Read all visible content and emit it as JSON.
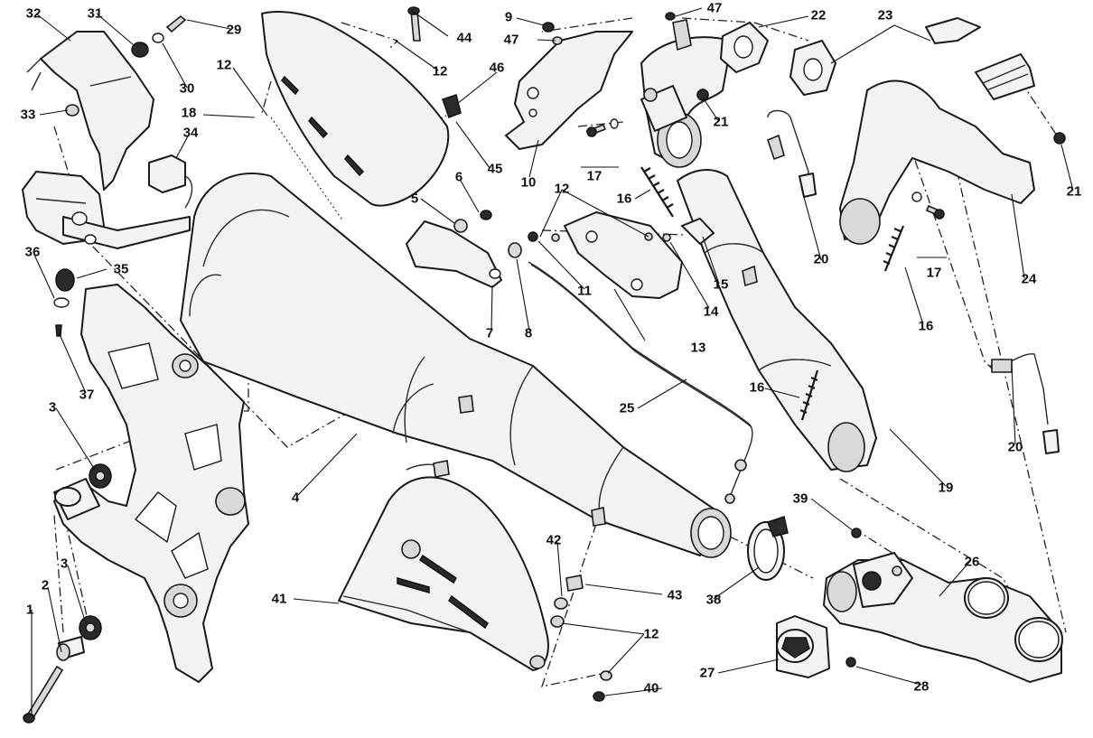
{
  "callouts": [
    "1",
    "2",
    "3",
    "3",
    "4",
    "5",
    "6",
    "7",
    "8",
    "9",
    "10",
    "11",
    "12",
    "12",
    "12",
    "12",
    "13",
    "14",
    "15",
    "16",
    "16",
    "16",
    "17",
    "17",
    "18",
    "19",
    "20",
    "20",
    "21",
    "21",
    "22",
    "23",
    "24",
    "25",
    "26",
    "27",
    "28",
    "29",
    "30",
    "31",
    "32",
    "33",
    "34",
    "35",
    "36",
    "37",
    "38",
    "39",
    "40",
    "41",
    "42",
    "43",
    "44",
    "45",
    "46",
    "47",
    "47"
  ]
}
